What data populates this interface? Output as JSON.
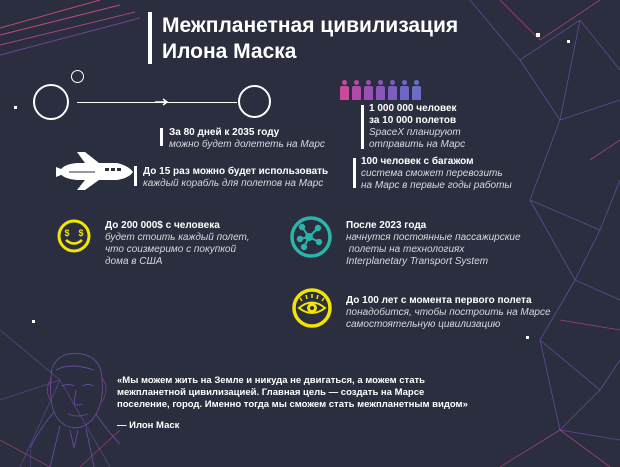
{
  "title": {
    "line1": "Межпланетная цивилизация",
    "line2": "Илона Маска"
  },
  "blocks": {
    "travel": {
      "heading": "За 80 дней к 2035 году",
      "sub": "можно будет долететь на Марс"
    },
    "reuse": {
      "heading": "До 15 раз можно будет использовать",
      "sub": "каждый корабль для полетов на Марс"
    },
    "cost": {
      "heading": "До 200 000$ с человека",
      "sub1": "будет стоить каждый полет,",
      "sub2": "что соизмеримо с покупкой",
      "sub3": "дома в США"
    },
    "people": {
      "heading1": "1 000 000 человек",
      "heading2": "за 10 000 полетов",
      "sub1": "SpaceX планируют",
      "sub2": "отправить на Марс"
    },
    "cargo": {
      "heading": "100 человек с багажом",
      "sub1": "система сможет перевозить",
      "sub2": "на Марс в первые годы работы"
    },
    "after2023": {
      "heading": "После 2023 года",
      "sub1": "начнутся постоянные пассажирские",
      "sub2": " полеты на технологиях",
      "sub3": "Interplanetary Transport System"
    },
    "century": {
      "heading": "До 100 лет с момента первого полета",
      "sub1": "понадобится, чтобы построить на Марсе",
      "sub2": "самостоятельную цивилизацию"
    }
  },
  "quote": {
    "line1": "«Мы можем жить на Земле и никуда не двигаться, а можем стать",
    "line2": "межпланетной цивилизацией. Главная цель — создать на Марсе",
    "line3": "поселение, город. Именно тогда мы сможем стать межпланетным видом»",
    "author": "— Илон Маск"
  },
  "colors": {
    "background": "#2b2e3e",
    "accent_yellow": "#f2e500",
    "accent_teal": "#2bb5a8",
    "people_pink": "#c94a9a",
    "people_purple": "#6a6fc4",
    "line_purple": "#6b4fa8",
    "line_pink": "#d44a8c"
  },
  "icons": {
    "earth_orbit": "earth-orbit-icon",
    "mars_orbit": "mars-orbit-icon",
    "spaceship": "spaceship-icon",
    "money_face": "money-face-icon",
    "network": "network-icon",
    "eye": "eye-icon",
    "people": "people-icon",
    "portrait": "portrait-icon"
  }
}
